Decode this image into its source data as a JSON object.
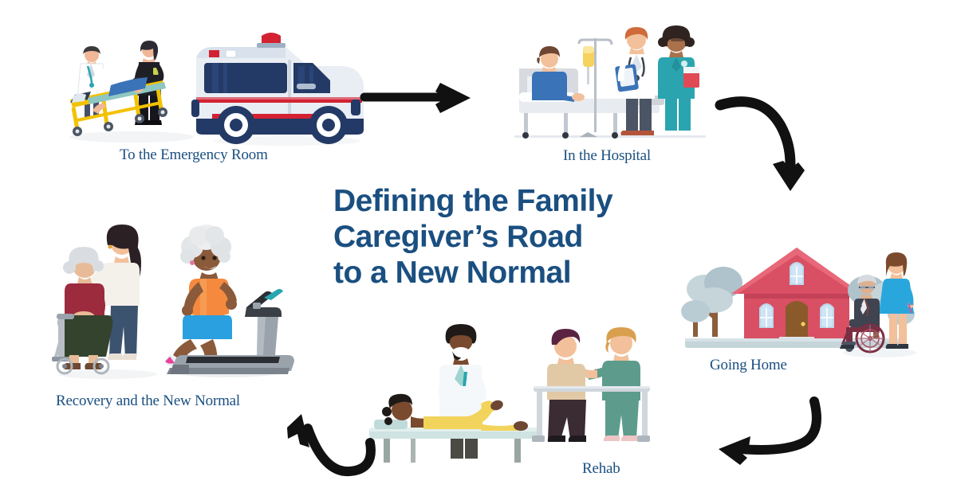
{
  "title": {
    "line1": "Defining the Family",
    "line2": "Caregiver’s Road",
    "line3": "to a New Normal",
    "full": "Defining the Family Caregiver’s Road to a New Normal",
    "color": "#1a4f80"
  },
  "background": "#ffffff",
  "steps": [
    {
      "id": "er",
      "label": "To the Emergency Room",
      "scene": "ambulance-stretcher-paramedics"
    },
    {
      "id": "hospital",
      "label": "In the Hospital",
      "scene": "hospital-bed-doctor-nurse"
    },
    {
      "id": "home",
      "label": "Going Home",
      "scene": "house-trees-wheelchair-caregiver"
    },
    {
      "id": "rehab",
      "label": "Rehab",
      "scene": "physical-therapy-parallel-bars"
    },
    {
      "id": "recovery",
      "label": "Recovery and the New Normal",
      "scene": "wheelchair-caregiver-treadmill"
    }
  ],
  "arrows": [
    {
      "id": "arrow-er-to-hospital",
      "type": "straight",
      "direction": "right",
      "color": "#111111"
    },
    {
      "id": "arrow-hospital-to-home",
      "type": "curved",
      "direction": "down",
      "color": "#111111"
    },
    {
      "id": "arrow-home-to-rehab",
      "type": "curved",
      "direction": "left",
      "color": "#111111"
    },
    {
      "id": "arrow-rehab-to-recovery",
      "type": "curved",
      "direction": "up-left",
      "color": "#111111"
    }
  ],
  "palette": {
    "navy_text": "#1a4f80",
    "ambulance_body": "#e8edf2",
    "ambulance_red": "#d32232",
    "ambulance_navy": "#243a66",
    "house_red": "#d94f63",
    "tree_green": "#b9cdd4",
    "scrub_teal": "#2aa5b0",
    "therapy_yellow": "#f2d35b",
    "arrow_black": "#111111"
  }
}
